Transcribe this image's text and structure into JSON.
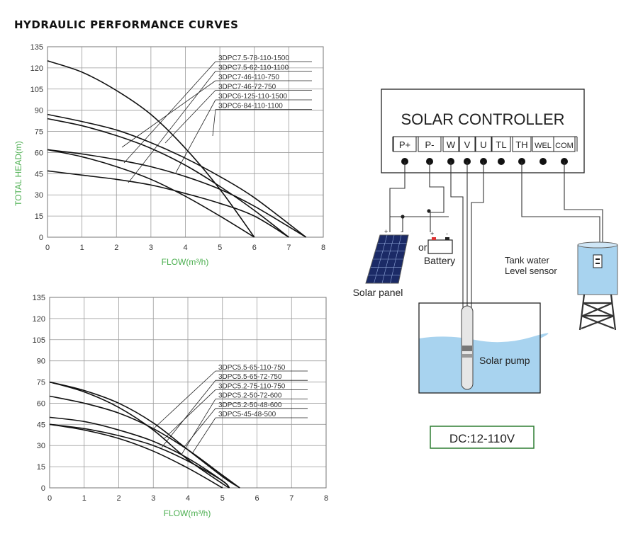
{
  "page": {
    "title": "HYDRAULIC PERFORMANCE CURVES"
  },
  "chart_data": [
    {
      "type": "line",
      "ylabel": "TOTAL HEAD(m)",
      "xlabel": "FLOW(m³/h)",
      "xlim": [
        0,
        8
      ],
      "ylim": [
        0,
        135
      ],
      "xticks": [
        0,
        1,
        2,
        3,
        4,
        5,
        6,
        7,
        8
      ],
      "yticks": [
        0,
        15,
        30,
        45,
        60,
        75,
        90,
        105,
        120,
        135
      ],
      "grid": true,
      "legend_placement": "top-right",
      "series": [
        {
          "name": "3DPC7.5-78-110-1500",
          "x": [
            0,
            1,
            2,
            3,
            4,
            5,
            6
          ],
          "y": [
            125,
            117,
            104,
            87,
            63,
            34,
            0
          ]
        },
        {
          "name": "3DPC7.5-62-110-1100",
          "x": [
            0,
            1,
            2,
            3,
            4,
            5,
            6,
            7.5
          ],
          "y": [
            87,
            82,
            76,
            67,
            56,
            43,
            28,
            0
          ]
        },
        {
          "name": "3DPC7-46-110-750",
          "x": [
            0,
            1,
            2,
            3,
            4,
            5,
            6,
            7
          ],
          "y": [
            84,
            79,
            72,
            63,
            51,
            36,
            19,
            0
          ]
        },
        {
          "name": "3DPC7-46-72-750",
          "x": [
            0,
            1,
            2,
            3,
            4,
            5,
            6,
            7.5
          ],
          "y": [
            62,
            59,
            55,
            50,
            43,
            34,
            22,
            0
          ]
        },
        {
          "name": "3DPC6-125-110-1500",
          "x": [
            0,
            1,
            2,
            3,
            4,
            5,
            6,
            7
          ],
          "y": [
            47,
            44,
            41,
            37,
            31,
            24,
            15,
            0
          ]
        },
        {
          "name": "3DPC6-84-110-1100",
          "x": [
            0,
            1,
            2,
            3,
            4,
            5,
            6
          ],
          "y": [
            62,
            57,
            50,
            41,
            29,
            15,
            0
          ]
        }
      ]
    },
    {
      "type": "line",
      "xlabel": "FLOW(m³/h)",
      "xlim": [
        0,
        8
      ],
      "ylim": [
        0,
        135
      ],
      "xticks": [
        0,
        1,
        2,
        3,
        4,
        5,
        6,
        7,
        8
      ],
      "yticks": [
        0,
        15,
        30,
        45,
        60,
        75,
        90,
        105,
        120,
        135
      ],
      "grid": true,
      "legend_placement": "top-right",
      "series": [
        {
          "name": "3DPC5.5-65-110-750",
          "x": [
            0,
            1,
            2,
            3,
            4,
            5,
            5.5
          ],
          "y": [
            75,
            69,
            60,
            46,
            27,
            8,
            0
          ]
        },
        {
          "name": "3DPC5.5-65-72-750",
          "x": [
            0,
            1,
            2,
            3,
            4,
            5,
            5.5
          ],
          "y": [
            65,
            60,
            53,
            42,
            27,
            9,
            0
          ]
        },
        {
          "name": "3DPC5.2-75-110-750",
          "x": [
            0,
            1,
            2,
            3,
            4,
            5,
            5.2
          ],
          "y": [
            50,
            47,
            41,
            33,
            21,
            5,
            0
          ]
        },
        {
          "name": "3DPC5.2-50-72-600",
          "x": [
            0,
            1,
            2,
            3,
            4,
            5,
            5.2
          ],
          "y": [
            45,
            42,
            37,
            30,
            19,
            5,
            0
          ]
        },
        {
          "name": "3DPC5.2-50-48-600",
          "x": [
            0,
            1,
            2,
            3,
            4,
            5,
            5.2
          ],
          "y": [
            75,
            68,
            57,
            41,
            20,
            3,
            0
          ]
        },
        {
          "name": "3DPC5-45-48-500",
          "x": [
            0,
            1,
            2,
            3,
            4,
            5
          ],
          "y": [
            45,
            41,
            35,
            26,
            14,
            0
          ]
        }
      ]
    }
  ],
  "diagram": {
    "controller_title": "SOLAR CONTROLLER",
    "terminals": [
      "P+",
      "P-",
      "W",
      "V",
      "U",
      "TL",
      "TH",
      "WEL",
      "COM"
    ],
    "solar_panel": "Solar panel",
    "or_text": "or",
    "battery": "Battery",
    "battery_plus": "+",
    "battery_minus": "-",
    "panel_plus": "+",
    "panel_minus": "-",
    "tank_line1": "Tank water",
    "tank_line2": "Level sensor",
    "pump": "Solar pump",
    "voltage": "DC:12-110V"
  }
}
